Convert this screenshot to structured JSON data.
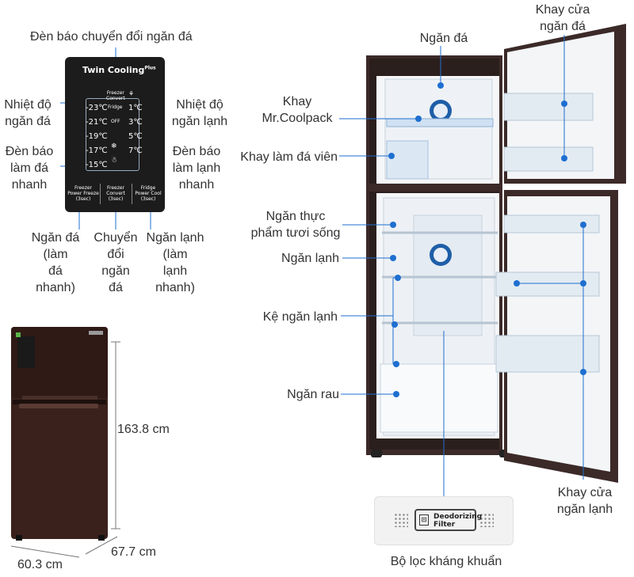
{
  "labels": {
    "ice_switch_indicator": "Đèn báo chuyển đổi ngăn đá",
    "freezer_temp": "Nhiệt độ\nngăn đá",
    "fridge_temp": "Nhiệt độ\nngăn lạnh",
    "quick_freeze_light": "Đèn báo\nlàm đá\nnhanh",
    "quick_cool_light": "Đèn báo\nlàm lạnh\nnhanh",
    "freezer_quick": "Ngăn đá\n(làm\nđá\nnhanh)",
    "convert": "Chuyển\nđổi\nngăn\nđá",
    "fridge_quick": "Ngăn lạnh\n(làm\nlạnh\nnhanh)",
    "height": "163.8 cm",
    "depth": "67.7 cm",
    "width": "60.3 cm",
    "freezer_compartment": "Ngăn đá",
    "freezer_door_shelf": "Khay cửa\nngăn đá",
    "coolpack_tray": "Khay\nMr.Coolpack",
    "ice_tray": "Khay làm đá viên",
    "fresh_food": "Ngăn thực\nphẩm tươi sống",
    "fridge_compartment": "Ngăn lạnh",
    "fridge_shelf": "Kệ ngăn lạnh",
    "vegetable": "Ngăn rau",
    "fridge_door_shelf": "Khay cửa\nngăn lạnh",
    "deodorizer": "Bộ lọc kháng khuẩn"
  },
  "panel": {
    "brand": "Twin Cooling",
    "brand_sup": "Plus",
    "freezer_temps": [
      "-23℃",
      "-21℃",
      "-19℃",
      "-17℃",
      "-15℃"
    ],
    "fridge_temps": [
      "1℃",
      "3℃",
      "5℃",
      "7℃"
    ],
    "convert_top": "Freezer\nConvert",
    "convert_fridge": "Fridge",
    "convert_off": "OFF",
    "btn_freezer": "Freezer\nPower Freeze\n(3sec)",
    "btn_convert": "Freezer\nConvert\n(3sec)",
    "btn_fridge": "Fridge\nPower Cool\n(3sec)"
  },
  "filter": {
    "text": "Deodorizing\nFilter"
  },
  "colors": {
    "accent": "#1e6fd0",
    "door": "#3b2a28",
    "line": "#1e6fd0"
  }
}
